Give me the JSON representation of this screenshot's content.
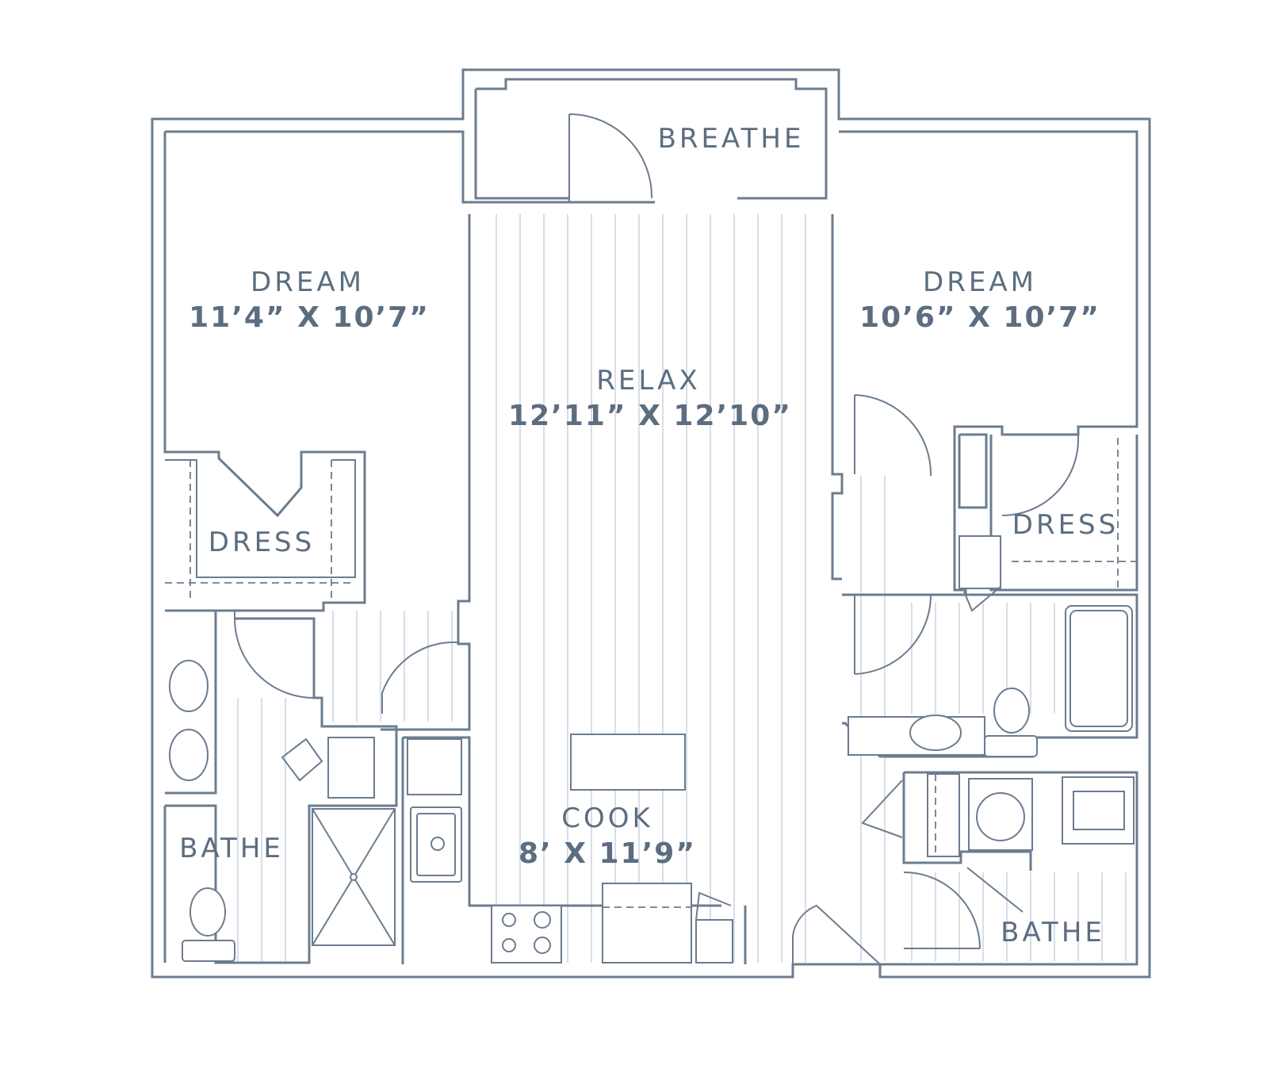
{
  "rooms": {
    "breathe": {
      "name": "BREATHE"
    },
    "dream_left": {
      "name": "DREAM",
      "dims": "11’4” X 10’7”"
    },
    "relax": {
      "name": "RELAX",
      "dims": "12’11” X 12’10”"
    },
    "dream_right": {
      "name": "DREAM",
      "dims": "10’6” X 10’7”"
    },
    "dress_left": {
      "name": "DRESS"
    },
    "dress_right": {
      "name": "DRESS"
    },
    "cook": {
      "name": "COOK",
      "dims": "8’ X 11’9”"
    },
    "bathe_left": {
      "name": "BATHE"
    },
    "bathe_right": {
      "name": "BATHE"
    }
  },
  "colors": {
    "line": "#6b7c8f",
    "text": "#5c6d80",
    "floor": "#d9dde6",
    "background": "#ffffff"
  }
}
